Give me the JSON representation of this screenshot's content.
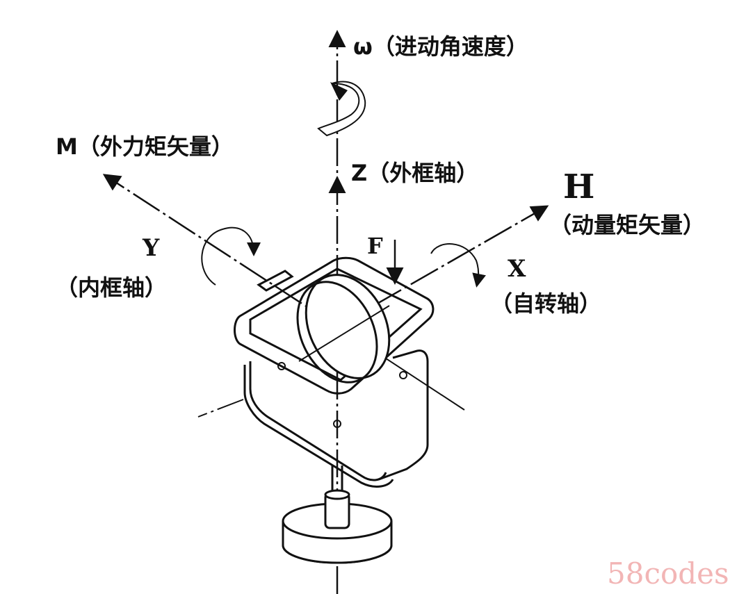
{
  "labels": {
    "omega": "ω（进动角速度）",
    "m": "M（外力矩矢量）",
    "z": "Z（外框轴）",
    "h": "H",
    "h_desc": "（动量矩矢量）",
    "y": "Y",
    "y_desc": "（内框轴）",
    "f": "F",
    "x": "X",
    "x_desc": "（自转轴）"
  },
  "watermark": "58codes"
}
